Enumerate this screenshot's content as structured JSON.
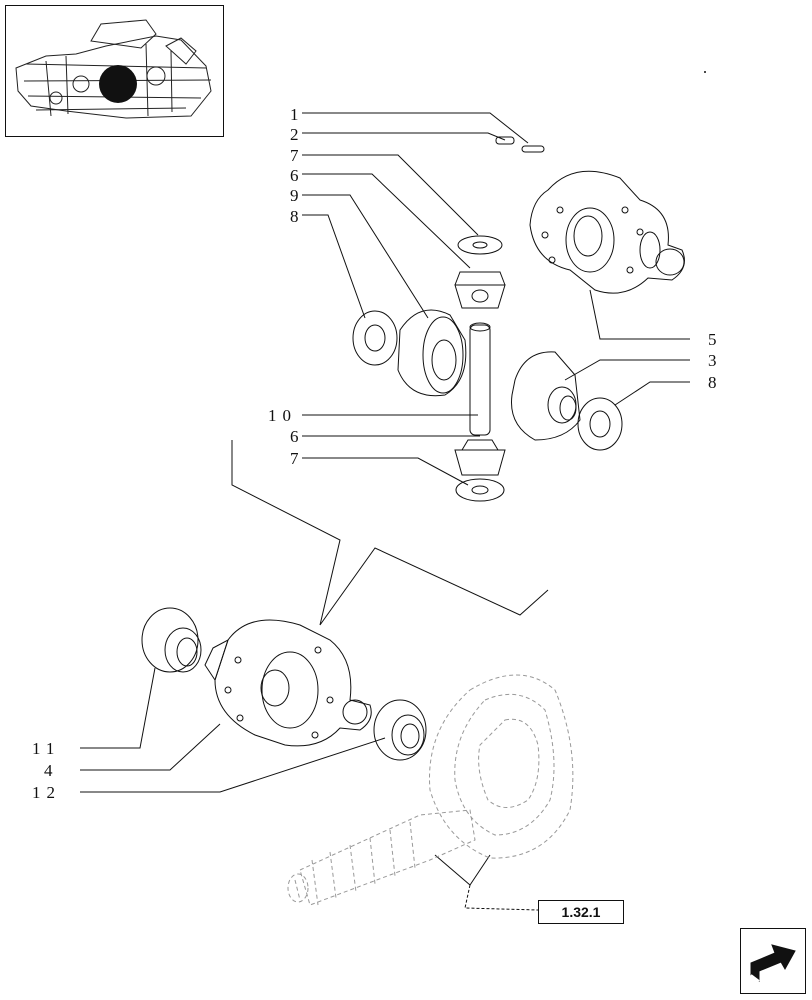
{
  "callouts": [
    {
      "id": "c1",
      "text": "1"
    },
    {
      "id": "c2",
      "text": "2"
    },
    {
      "id": "c7a",
      "text": "7"
    },
    {
      "id": "c6a",
      "text": "6"
    },
    {
      "id": "c9",
      "text": "9"
    },
    {
      "id": "c8a",
      "text": "8"
    },
    {
      "id": "c5",
      "text": "5"
    },
    {
      "id": "c3",
      "text": "3"
    },
    {
      "id": "c8b",
      "text": "8"
    },
    {
      "id": "c10",
      "text": "10"
    },
    {
      "id": "c6b",
      "text": "6"
    },
    {
      "id": "c7b",
      "text": "7"
    },
    {
      "id": "c11",
      "text": "11"
    },
    {
      "id": "c4",
      "text": "4"
    },
    {
      "id": "c12",
      "text": "12"
    }
  ],
  "reference": {
    "text": "1.32.1"
  },
  "icons": {
    "nav": "next-page-arrow-icon",
    "thumbnail": "assembly-location-thumbnail"
  }
}
